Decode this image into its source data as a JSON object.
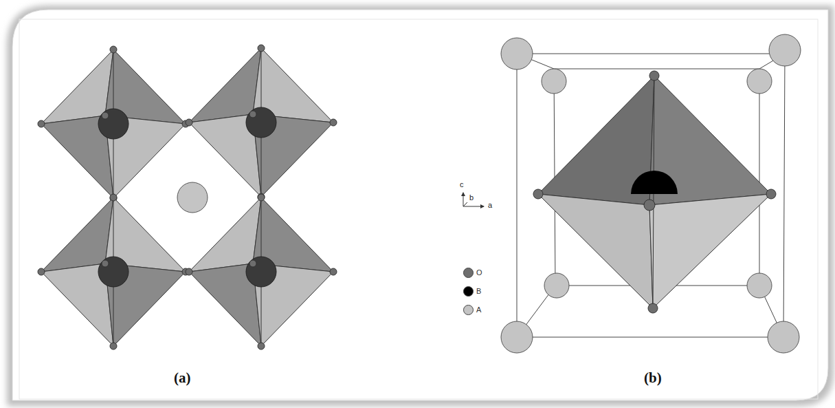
{
  "diagram": {
    "labels": [
      "(a)",
      "(b)",
      "c",
      "b",
      "a"
    ],
    "legend": [
      {
        "text": "O",
        "color": "#6e6e6e"
      },
      {
        "text": "B",
        "color": "#000000"
      },
      {
        "text": "A",
        "color": "#c4c4c4"
      }
    ]
  }
}
